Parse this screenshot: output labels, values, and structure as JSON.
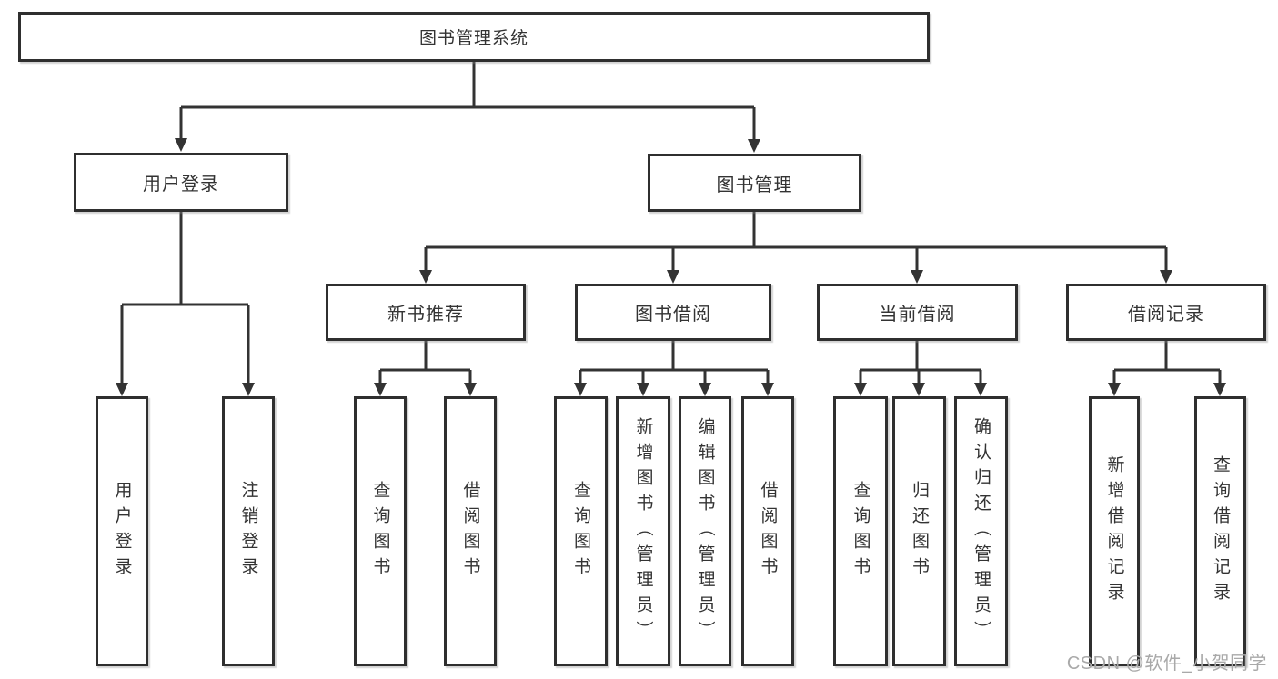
{
  "diagram_title": "图书管理系统",
  "colors": {
    "box_border": "#2f2f2f",
    "connector_line": "#333333",
    "text": "#333333",
    "watermark": "#a9a9a9",
    "background": "#ffffff"
  },
  "nodes": {
    "root": "图书管理系统",
    "l1": [
      {
        "label": "用户登录"
      },
      {
        "label": "图书管理"
      }
    ],
    "l2": [
      {
        "label": "新书推荐"
      },
      {
        "label": "图书借阅"
      },
      {
        "label": "当前借阅"
      },
      {
        "label": "借阅记录"
      }
    ],
    "leaves": {
      "under_user_login": [
        "用户登录",
        "注销登录"
      ],
      "under_new_book": [
        "查询图书",
        "借阅图书"
      ],
      "under_book_borrow": [
        "查询图书",
        "新增图书（管理员）",
        "编辑图书（管理员）",
        "借阅图书"
      ],
      "under_current_borrow": [
        "查询图书",
        "归还图书",
        "确认归还（管理员）"
      ],
      "under_borrow_records": [
        "新增借阅记录",
        "查询借阅记录"
      ]
    }
  },
  "watermark": "CSDN @软件_小贺同学"
}
